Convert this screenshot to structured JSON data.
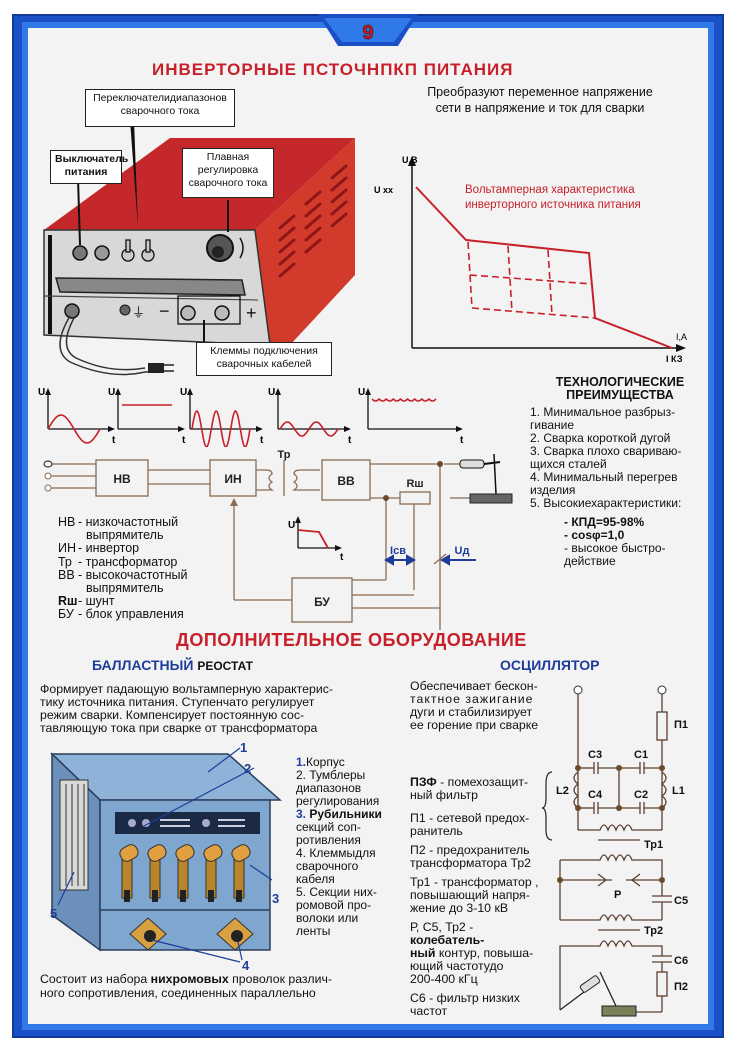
{
  "page_number": "9",
  "header": {
    "title": "ИНВЕРТОРНЫЕ ПСТОЧНПКП ПИТАНИЯ",
    "description_lines": [
      "Преобразуют переменное напряжение",
      "сети в напряжение и ток для сварки"
    ]
  },
  "device_callouts": {
    "switches": [
      "Переключателидиапазонов",
      "сварочного тока"
    ],
    "power_switch": [
      "Выключатель",
      "питания"
    ],
    "smooth_adjust": [
      "Плавная",
      "регулировка",
      "сварочного тока"
    ],
    "terminals": [
      "Клеммы подключения",
      "сварочных кабелей"
    ],
    "minus": "−",
    "plus": "+"
  },
  "vac_chart": {
    "title_lines": [
      "Вольтамперная характеристика",
      "инверторного источника питания"
    ],
    "y_label": "U,В",
    "y_mark": "U xx",
    "x_label": "I,А",
    "x_mark": "I КЗ"
  },
  "waveforms": {
    "y_label": "U",
    "x_label": "t",
    "types": [
      "sine",
      "dc",
      "hf-sine",
      "hf-sine-low",
      "ripple"
    ]
  },
  "circuit": {
    "blocks": {
      "nv": "НВ",
      "in": "ИН",
      "tr": "Тр",
      "vv": "ВВ",
      "rsh": "Rш",
      "bu": "БУ"
    },
    "i_label": "Iсв",
    "u_label": "Uд",
    "mini_chart": {
      "y": "U",
      "x": "t"
    }
  },
  "legend": [
    [
      "НВ",
      "- низкочастотный"
    ],
    [
      "",
      "выпрямитель"
    ],
    [
      "ИН",
      "- инвертор"
    ],
    [
      "Тр",
      "- трансформатор"
    ],
    [
      "ВВ",
      "- высокочастотный"
    ],
    [
      "",
      "выпрямитель"
    ],
    [
      "Rш",
      "- шунт"
    ],
    [
      "БУ",
      "- блок управления"
    ]
  ],
  "advantages": {
    "title_lines": [
      "ТЕХНОЛОГИЧЕСКИЕ",
      "ПРЕИМУЩЕСТВА"
    ],
    "items": [
      "1.  Минимальное разбрыз-",
      "гивание",
      "2. Сварка короткой дугой",
      "3. Сварка плохо свариваю-",
      "щихся сталей",
      "4. Минимальный перегрев",
      "изделия",
      "5. Высокиехарактеристики:"
    ],
    "specs": [
      "- КПД=95-98%",
      "- cosφ=1,0",
      "- высокое быстро-",
      "действие"
    ]
  },
  "section2": {
    "title": "ДОПОЛНИТЕЛЬНОЕ ОБОРУДОВАНИЕ",
    "ballast": {
      "title_bold": "БАЛЛАСТНЫЙ",
      "title_rest": "РЕОСТАТ",
      "description_lines": [
        "Формирует падающую вольтамперную характерис-",
        "тику источника питания. Ступенчато регулирует",
        "режим сварки. Компенсирует постоянную сос-",
        "тавляющую тока при сварке от трансформатора"
      ],
      "parts": [
        {
          "num": "1.",
          "text": "Корпус",
          "bold": false
        },
        {
          "num": "2.",
          "text": "Тумблеры диапазонов регулирования",
          "bold": false
        },
        {
          "num": "3.",
          "text": "Рубильники",
          "bold": true,
          "extra": "секций сопротивления"
        },
        {
          "num": "4.",
          "text": "Клеммыдля сварочного кабеля",
          "bold": false
        },
        {
          "num": "5.",
          "text": "Секции нихромовой проволоки или ленты",
          "bold": false
        }
      ],
      "parts_lines": [
        "1. Корпус",
        "2. Тумблеры",
        "диапазонов",
        "регулирования",
        "3. Рубильники",
        "секций соп-",
        "ротивления",
        "4. Клеммыдля",
        "сварочного",
        "кабеля",
        "5. Секции них-",
        "ромовой про-",
        "волоки или",
        "ленты"
      ],
      "markers": [
        "1",
        "2",
        "3",
        "4",
        "5"
      ],
      "footer_pre": "Состоит из набора ",
      "footer_bold": "нихромовых",
      "footer_post": " проволок различ-",
      "footer_line2": "ного сопротивления, соединенных параллельно"
    },
    "oscillator": {
      "title": "ОСЦИЛЛЯТОР",
      "description_lines": [
        "Обеспечивает бескон-",
        "тактное зажигание",
        "дуги и стабилизирует",
        "ее горение при сварке"
      ],
      "pzf_bold": "ПЗФ",
      "pzf_rest": " - помехозащит-",
      "pzf_line2": "ный фильтр",
      "notes": [
        [
          "П1 - сетевой предох-",
          "ранитель"
        ],
        [
          "П2 - предохранитель",
          "трансформатора Тр2"
        ],
        [
          "Тр1 - трансформатор ,",
          "повышающий  напря-",
          "жение до 3-10 кВ"
        ]
      ],
      "oscillating_pre": "Р, С5, Тр2 - ",
      "oscillating_bold": "колебатель-",
      "oscillating_bold2": "ный",
      "oscillating_rest": " контур, повыша-",
      "oscillating_l3": "ющий частотудо",
      "oscillating_l4": "200-400 кГц",
      "c6_lines": [
        "С6 - фильтр низких",
        "частот"
      ],
      "schematic_labels": {
        "c1": "С1",
        "c2": "С2",
        "c3": "С3",
        "c4": "С4",
        "c5": "С5",
        "c6": "С6",
        "l1": "L1",
        "l2": "L2",
        "p1": "П1",
        "p2": "П2",
        "tr1": "Тр1",
        "tr2": "Тр2",
        "p": "Р"
      }
    }
  },
  "colors": {
    "frame": "#1a4fc8",
    "frame_light": "#2f7ae8",
    "accent_red": "#c8202a",
    "accent_blue": "#1e3d9a",
    "device_red": "#d23a2c",
    "reostat_blue": "#7fa6cf"
  }
}
